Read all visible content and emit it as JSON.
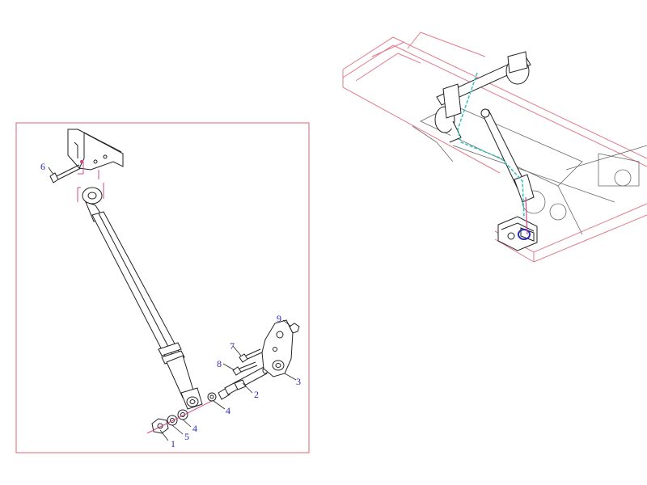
{
  "diagram": {
    "callouts": [
      {
        "id": "1",
        "label": "1"
      },
      {
        "id": "2",
        "label": "2"
      },
      {
        "id": "3",
        "label": "3"
      },
      {
        "id": "4a",
        "label": "4"
      },
      {
        "id": "4b",
        "label": "4"
      },
      {
        "id": "5",
        "label": "5"
      },
      {
        "id": "6",
        "label": "6"
      },
      {
        "id": "7",
        "label": "7"
      },
      {
        "id": "8",
        "label": "8"
      },
      {
        "id": "9",
        "label": "9"
      }
    ]
  },
  "colors": {
    "frame": "#e06070",
    "line": "#222222",
    "callout": "#2a2ab8",
    "leader": "#d04a8a",
    "harness": "#30c0b8",
    "frame_rail": "#e07b8a"
  },
  "icons": [
    "shock-absorber-icon",
    "mounting-bracket-icon",
    "bolt-icon",
    "nut-icon",
    "washer-icon",
    "pin-shaft-icon",
    "truck-chassis-icon"
  ]
}
